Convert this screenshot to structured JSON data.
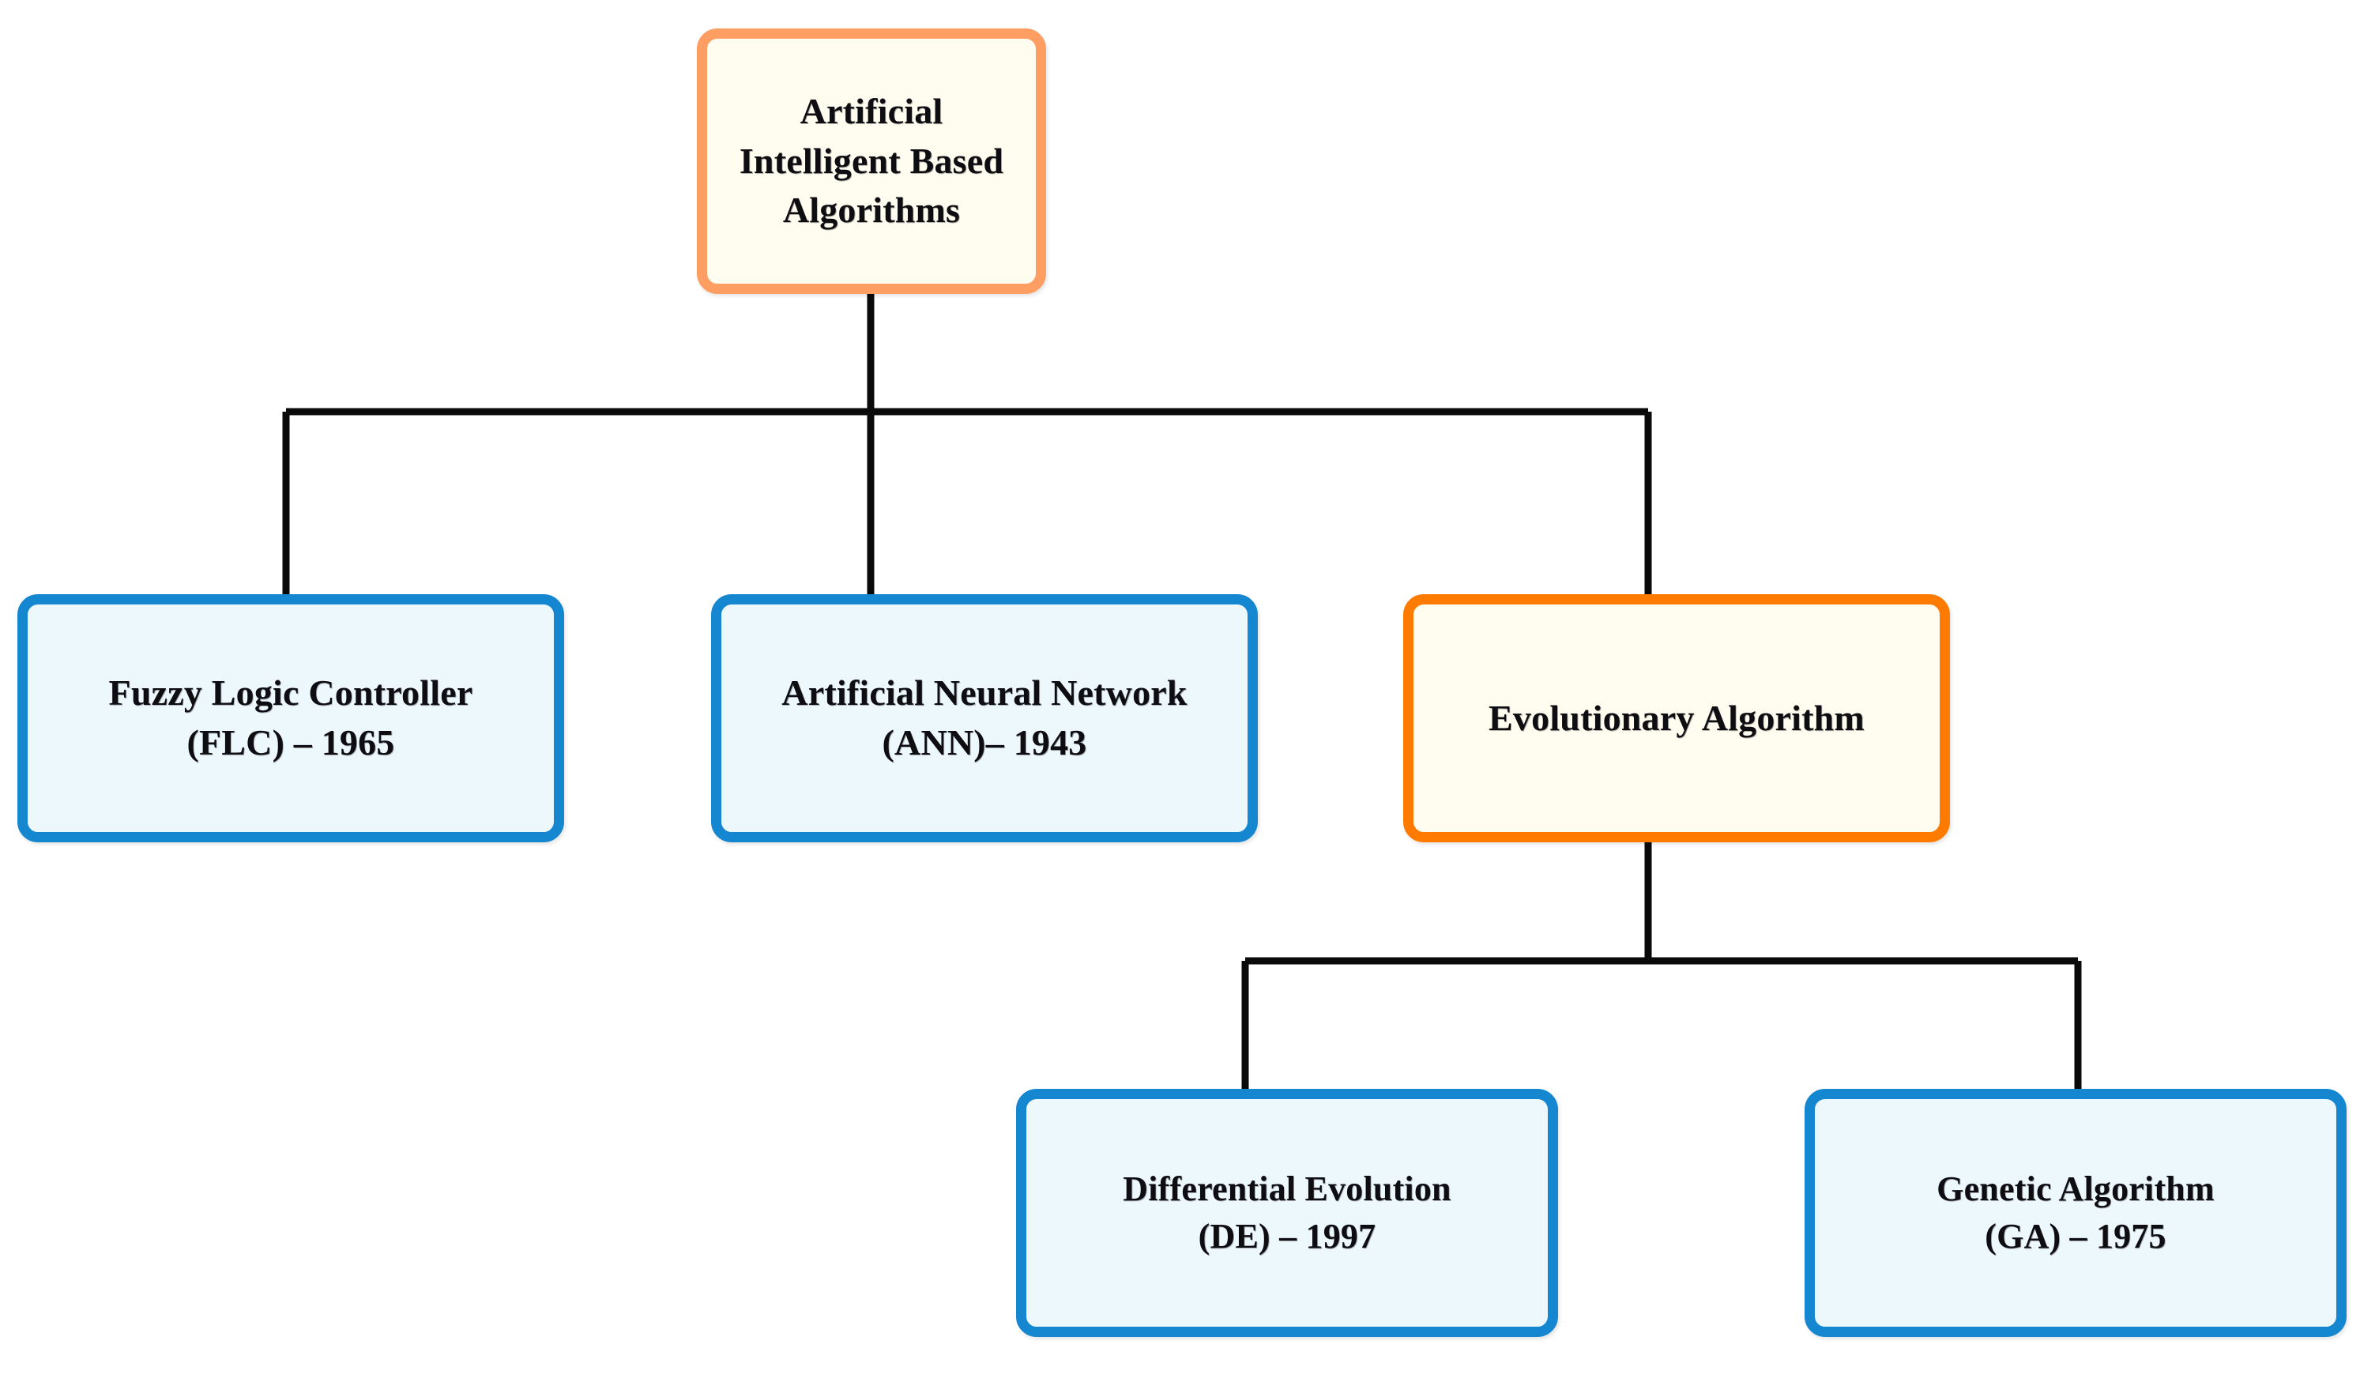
{
  "diagram": {
    "title": "Artificial Intelligent Based Algorithms taxonomy",
    "type": "hierarchy-tree",
    "colors": {
      "root_border": "#FF9E62",
      "branch_border": "#FF7B00",
      "leaf_border": "#1586D0",
      "cream_fill": "#FFFDF0",
      "blue_fill": "#EDF8FC",
      "connector": "#0A0A0A",
      "text": "#0D0D12",
      "background": "#FFFFFF"
    },
    "nodes": {
      "root": {
        "id": "ai-based-algorithms",
        "label": "Artificial Intelligent Based Algorithms",
        "line1": "Artificial Intelligent Based",
        "line2": "Algorithms",
        "style": "root"
      },
      "flc": {
        "id": "fuzzy-logic-controller",
        "label": "Fuzzy Logic Controller (FLC) – 1965",
        "line1": "Fuzzy Logic Controller",
        "line2": "(FLC) – 1965",
        "abbreviation": "FLC",
        "year": "1965",
        "style": "leaf"
      },
      "ann": {
        "id": "artificial-neural-network",
        "label": "Artificial Neural Network (ANN)– 1943",
        "line1": "Artificial Neural Network",
        "line2": "(ANN)– 1943",
        "abbreviation": "ANN",
        "year": "1943",
        "style": "leaf"
      },
      "ea": {
        "id": "evolutionary-algorithm",
        "label": "Evolutionary Algorithm",
        "line1": "Evolutionary Algorithm",
        "line2": "",
        "style": "branch"
      },
      "de": {
        "id": "differential-evolution",
        "label": "Differential Evolution (DE) – 1997",
        "line1": "Differential Evolution",
        "line2": "(DE) – 1997",
        "abbreviation": "DE",
        "year": "1997",
        "style": "leaf"
      },
      "ga": {
        "id": "genetic-algorithm",
        "label": "Genetic Algorithm (GA) – 1975",
        "line1": "Genetic Algorithm",
        "line2": "(GA) – 1975",
        "abbreviation": "GA",
        "year": "1975",
        "style": "leaf"
      }
    },
    "edges": [
      {
        "from": "root",
        "to": "flc"
      },
      {
        "from": "root",
        "to": "ann"
      },
      {
        "from": "root",
        "to": "ea"
      },
      {
        "from": "ea",
        "to": "de"
      },
      {
        "from": "ea",
        "to": "ga"
      }
    ]
  }
}
